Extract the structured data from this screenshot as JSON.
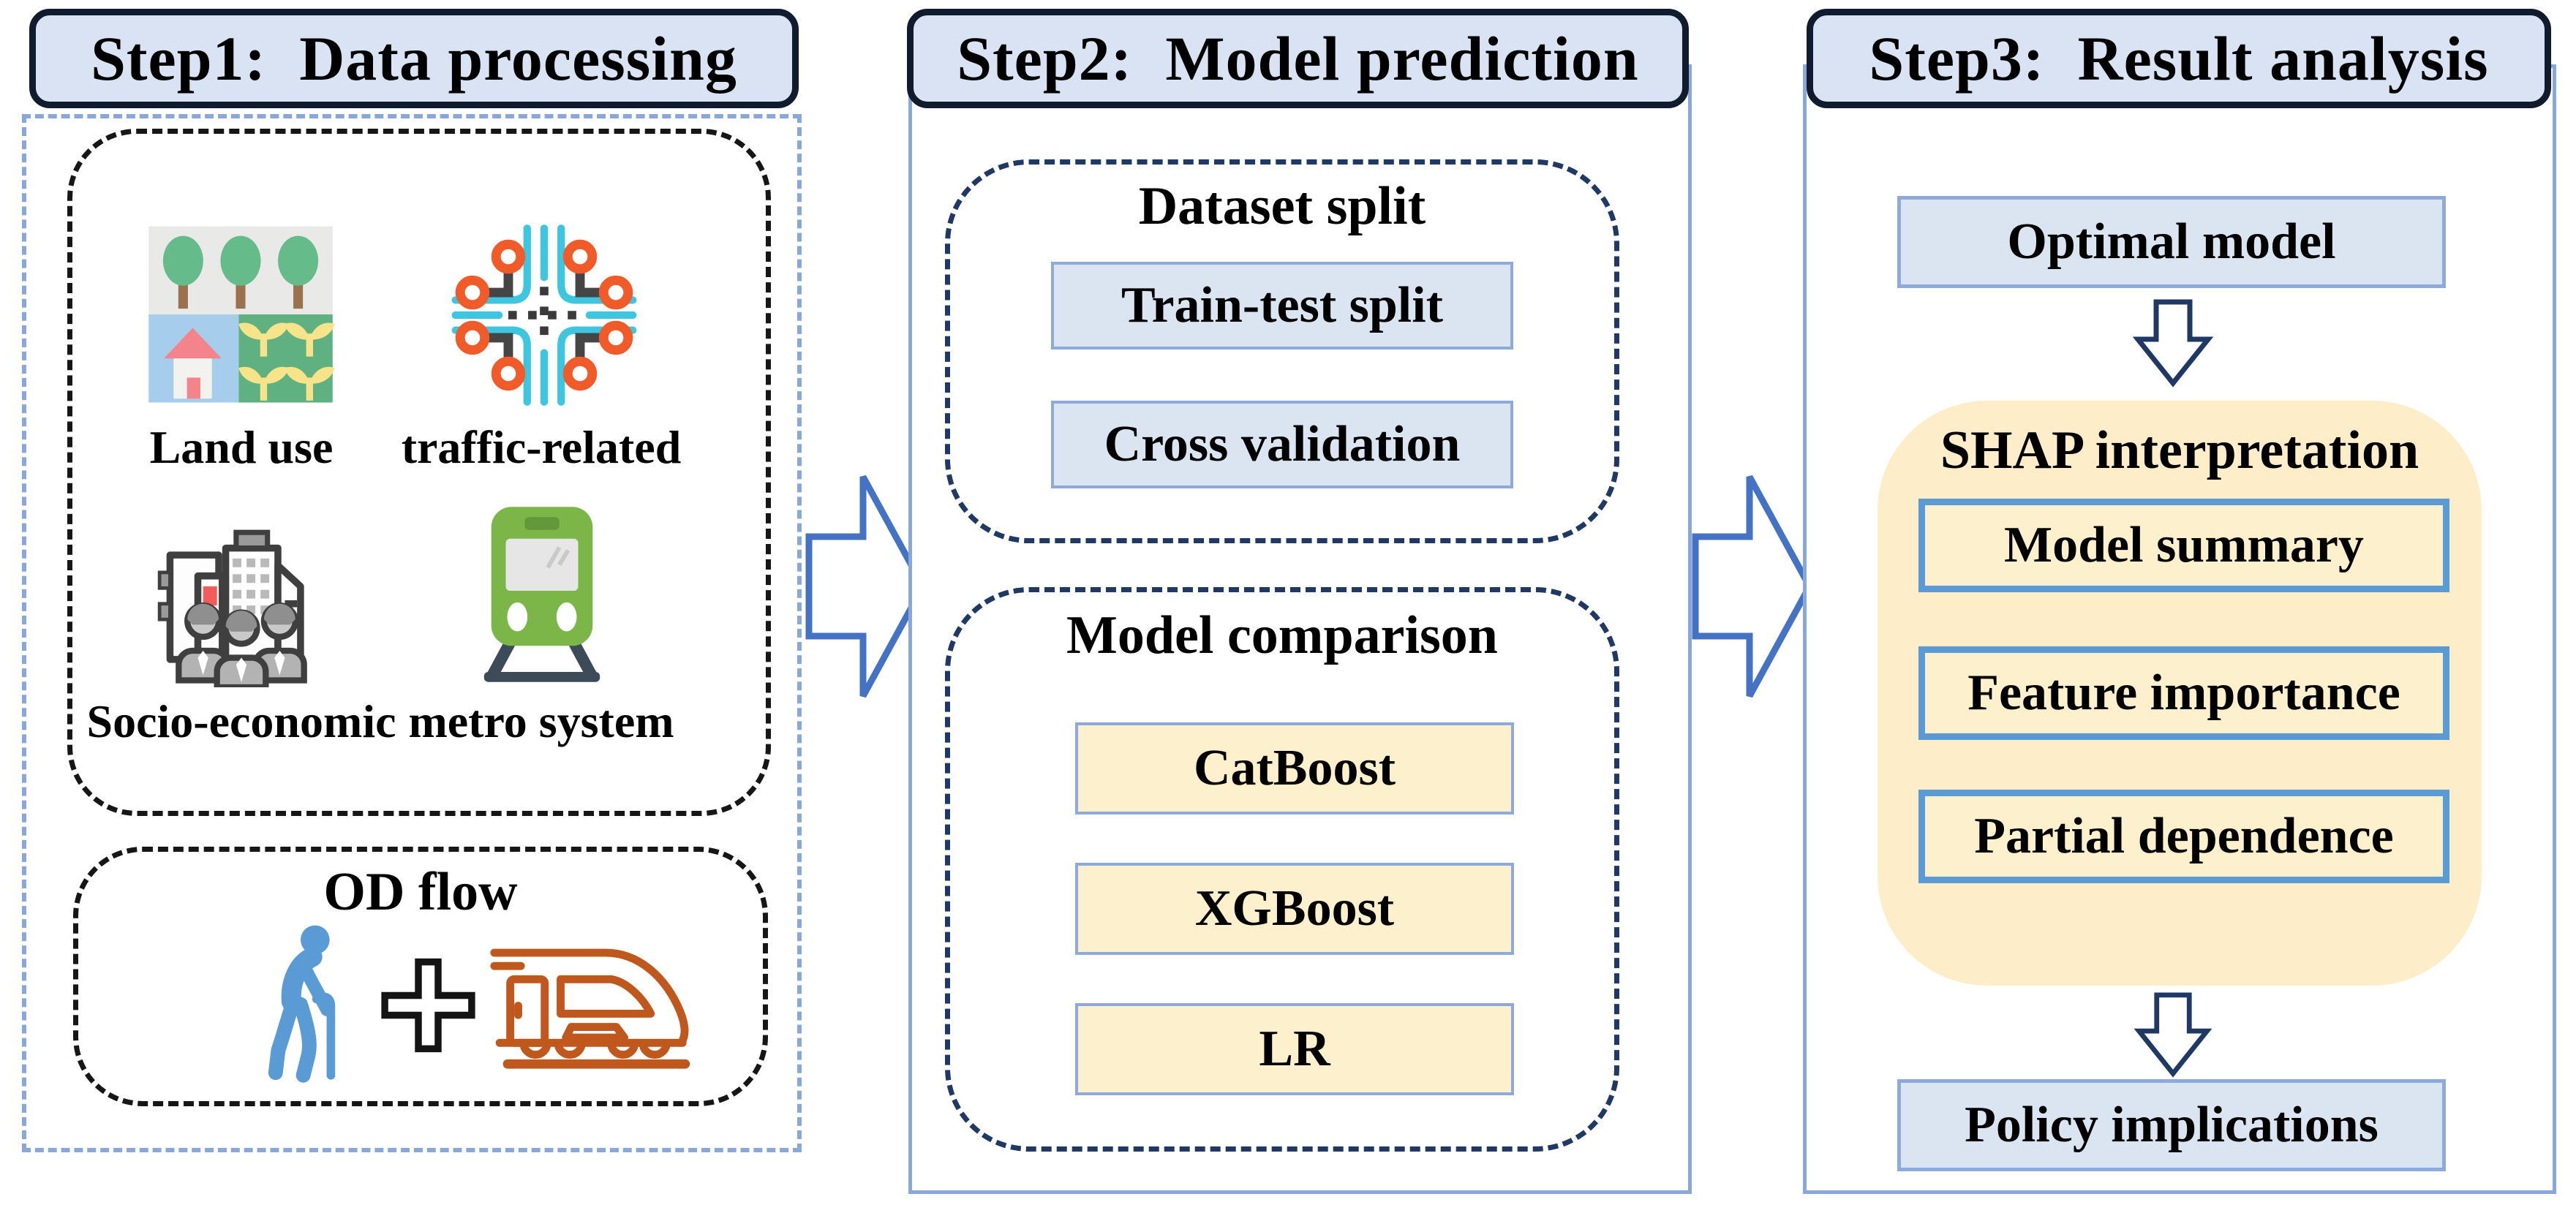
{
  "step1": {
    "title": "Step1:  Data processing",
    "data_sources": {
      "items": [
        {
          "label": "Land use",
          "icon": "land-use-icon"
        },
        {
          "label": "traffic-related",
          "icon": "traffic-intersection-icon"
        },
        {
          "label": "Socio-economic",
          "icon": "socio-economic-icon"
        },
        {
          "label": "metro system",
          "icon": "metro-train-icon"
        }
      ]
    },
    "od_flow": {
      "title": "OD flow",
      "icons": [
        "elderly-person-icon",
        "plus-icon",
        "train-icon"
      ]
    }
  },
  "step2": {
    "title": "Step2:  Model prediction",
    "dataset_split": {
      "title": "Dataset split",
      "items": [
        "Train-test split",
        "Cross validation"
      ]
    },
    "model_comparison": {
      "title": "Model comparison",
      "items": [
        "CatBoost",
        "XGBoost",
        "LR"
      ]
    }
  },
  "step3": {
    "title": "Step3:  Result analysis",
    "optimal_model": "Optimal model",
    "shap": {
      "title": "SHAP interpretation",
      "items": [
        "Model summary",
        "Feature importance",
        "Partial dependence"
      ]
    },
    "policy": "Policy implications"
  },
  "colors": {
    "header_fill": "#dae3f3",
    "header_border": "#111b2e",
    "panel_border": "#8aa7da",
    "light_blue_fill": "#dbe5f1",
    "light_blue_border": "#8ea9db",
    "yellow_fill": "#fdf0cd",
    "shap_fill": "#fdeec9",
    "shap_item_border": "#5b9bd5",
    "navy_dashed": "#1f3864",
    "flow_arrow_border": "#4472c4",
    "down_arrow_border": "#1f3864"
  }
}
